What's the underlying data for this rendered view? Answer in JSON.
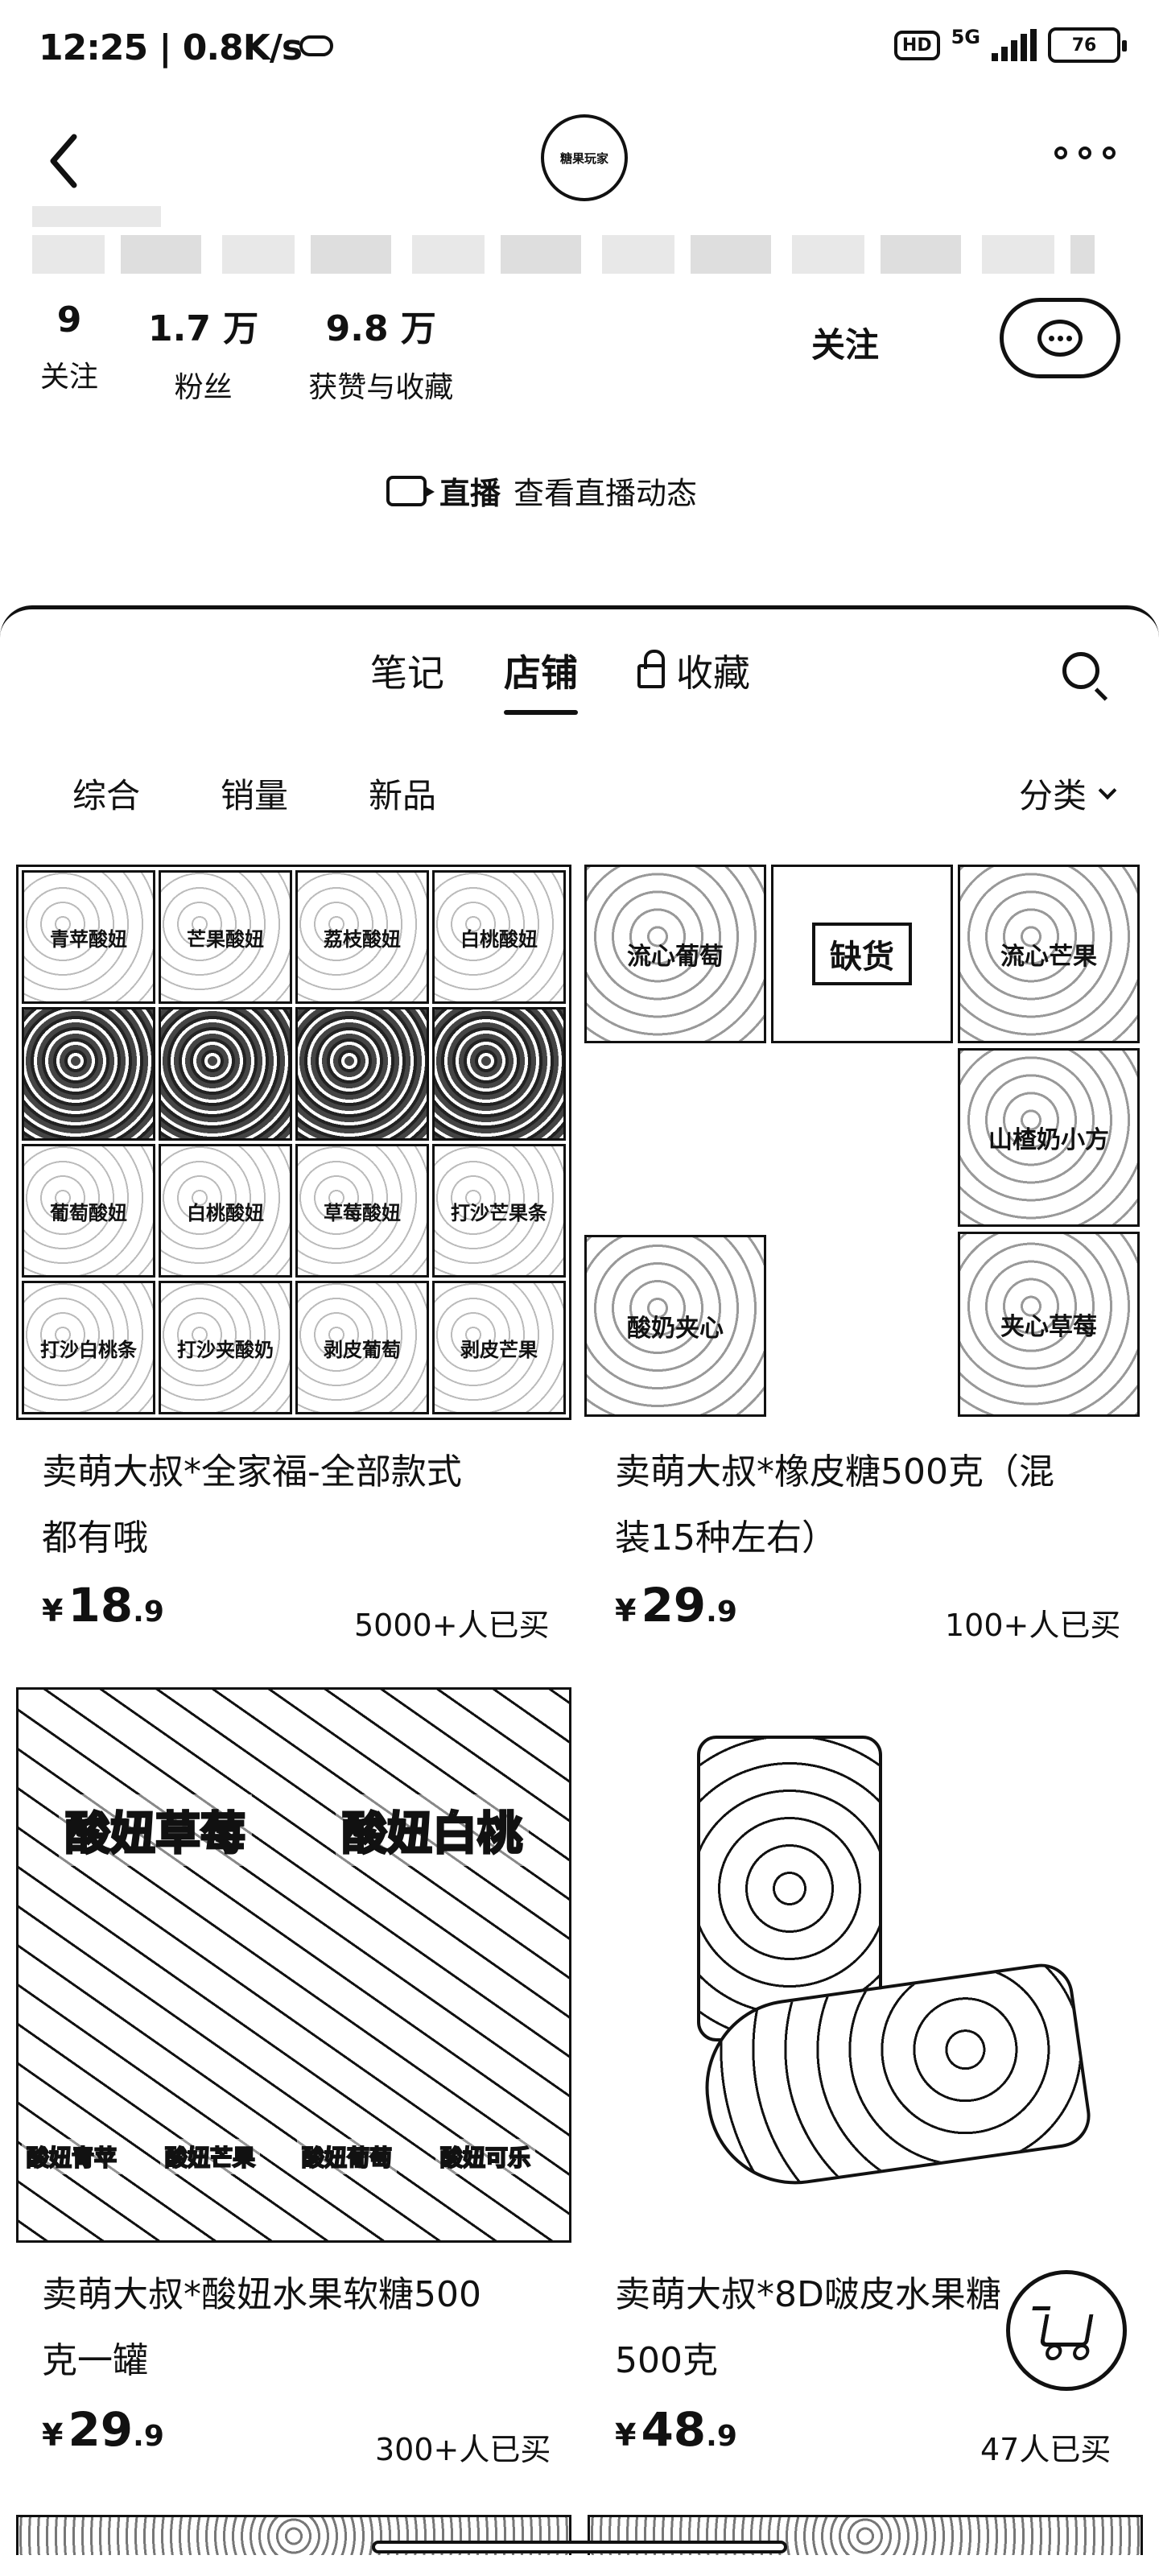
{
  "status_bar": {
    "time": "12:25",
    "net_speed": "0.8K/s",
    "hd": "HD",
    "network": "5G",
    "battery": "76"
  },
  "header": {
    "back_icon": "chevron-left-icon",
    "avatar_text": "糖果玩家",
    "more_icon": "more-dots-icon"
  },
  "profile": {
    "stats": [
      {
        "value": "9",
        "label": "关注"
      },
      {
        "value": "1.7 万",
        "label": "粉丝"
      },
      {
        "value": "9.8 万",
        "label": "获赞与收藏"
      }
    ],
    "follow_label": "关注",
    "chat_icon": "chat-bubble-icon",
    "live_label": "直播",
    "live_text": "查看直播动态"
  },
  "tabs": [
    {
      "label": "笔记",
      "active": false
    },
    {
      "label": "店铺",
      "active": true
    },
    {
      "label": "收藏",
      "active": false,
      "icon": "lock-icon"
    }
  ],
  "sort": {
    "options": [
      "综合",
      "销量",
      "新品"
    ],
    "category_label": "分类"
  },
  "products": [
    {
      "title_line1": "卖萌大叔*全家福-全部款式",
      "title_line2": "都有哦",
      "price_symbol": "¥",
      "price_int": "18",
      "price_dec": ".9",
      "sold": "5000+人已买",
      "tiles": [
        "青苹酸妞",
        "芒果酸妞",
        "荔枝酸妞",
        "白桃酸妞",
        "",
        "",
        "",
        "",
        "葡萄酸妞",
        "白桃酸妞",
        "草莓酸妞",
        "打沙芒果条",
        "打沙白桃条",
        "打沙夹酸奶",
        "剥皮葡萄",
        "剥皮芒果"
      ]
    },
    {
      "title_line1": "卖萌大叔*橡皮糖500克（混",
      "title_line2": "装15种左右）",
      "price_symbol": "¥",
      "price_int": "29",
      "price_dec": ".9",
      "sold": "100+人已买",
      "tiles": [
        "流心葡萄",
        "缺货",
        "流心芒果",
        "山楂奶小方",
        "酸奶夹心",
        "夹心草莓"
      ]
    },
    {
      "title_line1": "卖萌大叔*酸妞水果软糖500",
      "title_line2": "克一罐",
      "price_symbol": "¥",
      "price_int": "29",
      "price_dec": ".9",
      "sold": "300+人已买",
      "tiles": [
        "酸妞草莓",
        "酸妞白桃",
        "酸妞青苹",
        "酸妞芒果",
        "酸妞葡萄",
        "酸妞可乐"
      ]
    },
    {
      "title_line1": "卖萌大叔*8D啵皮水果糖",
      "title_line2": "500克",
      "price_symbol": "¥",
      "price_int": "48",
      "price_dec": ".9",
      "sold": "47人已买"
    }
  ],
  "cart_icon": "shopping-cart-icon"
}
